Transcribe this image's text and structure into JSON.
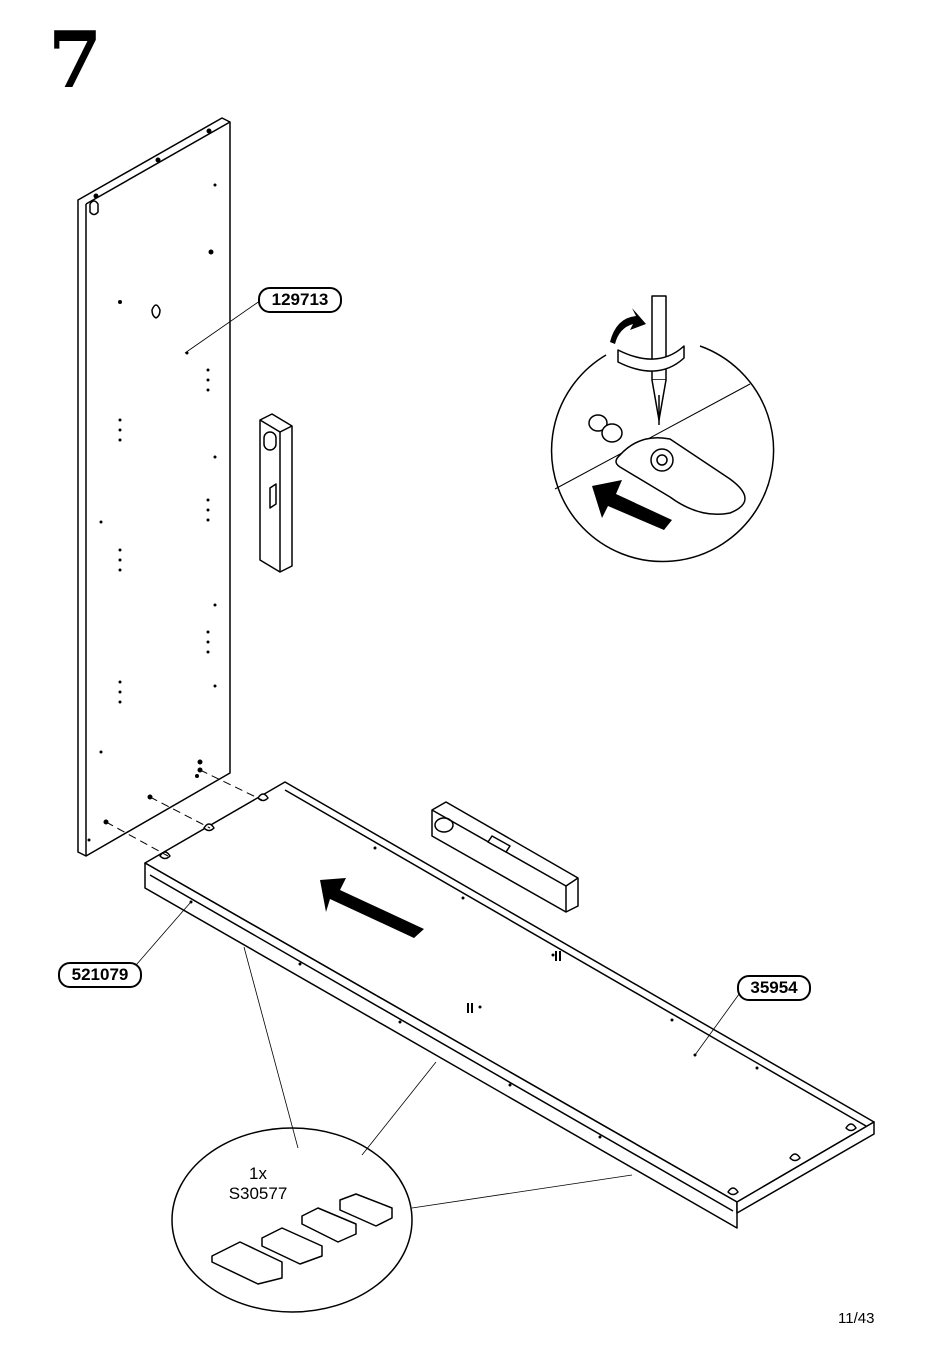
{
  "step": {
    "number": "7"
  },
  "parts": {
    "back_panel": "129713",
    "front_rail": "521079",
    "bottom_panel": "35954"
  },
  "hardware": {
    "quantity": "1x",
    "code": "S30577"
  },
  "page": {
    "number": "11/43"
  },
  "icons": [
    "screwdriver-icon",
    "rotate-arrow-icon",
    "push-arrow-icon",
    "spirit-level-icon",
    "cam-lock-icon",
    "felt-pad-icon"
  ]
}
